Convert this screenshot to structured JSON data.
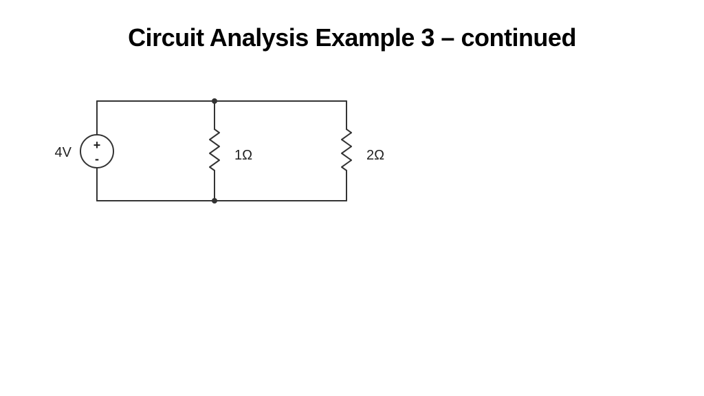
{
  "slide": {
    "title": "Circuit Analysis Example 3 – continued"
  },
  "circuit": {
    "source": {
      "label": "4V",
      "plus": "+",
      "minus": "-"
    },
    "resistors": [
      {
        "label": "1Ω"
      },
      {
        "label": "2Ω"
      }
    ]
  }
}
